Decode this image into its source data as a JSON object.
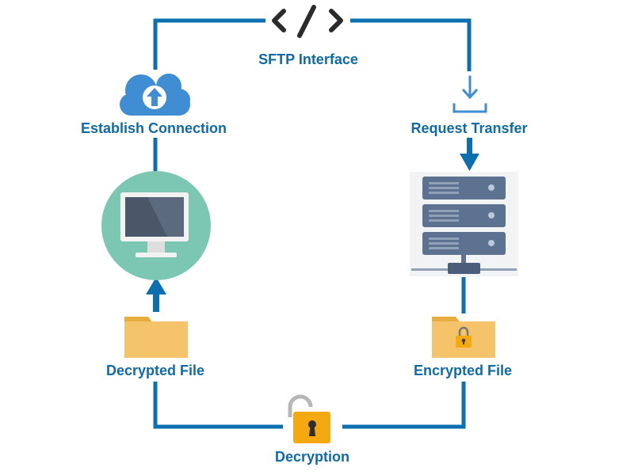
{
  "colors": {
    "line": "#0b6fb0",
    "label": "#0f6aa6",
    "folder": "#f4c36a",
    "folder_dark": "#e8ac3c",
    "lock": "#f5a910",
    "server_body": "#5c7290",
    "monitor_circle": "#7cc7b2",
    "cloud": "#3f8dd2"
  },
  "nodes": {
    "sftp_interface": {
      "label": "SFTP Interface",
      "icon": "code-brackets-icon"
    },
    "establish_connection": {
      "label": "Establish Connection",
      "icon": "cloud-upload-icon"
    },
    "request_transfer": {
      "label": "Request Transfer",
      "icon": "download-tray-icon"
    },
    "client_computer": {
      "icon": "monitor-icon"
    },
    "server": {
      "icon": "server-rack-icon"
    },
    "decrypted_file": {
      "label": "Decrypted File",
      "icon": "folder-icon"
    },
    "encrypted_file": {
      "label": "Encrypted File",
      "icon": "locked-folder-icon"
    },
    "decryption": {
      "label": "Decryption",
      "icon": "open-padlock-icon"
    }
  }
}
